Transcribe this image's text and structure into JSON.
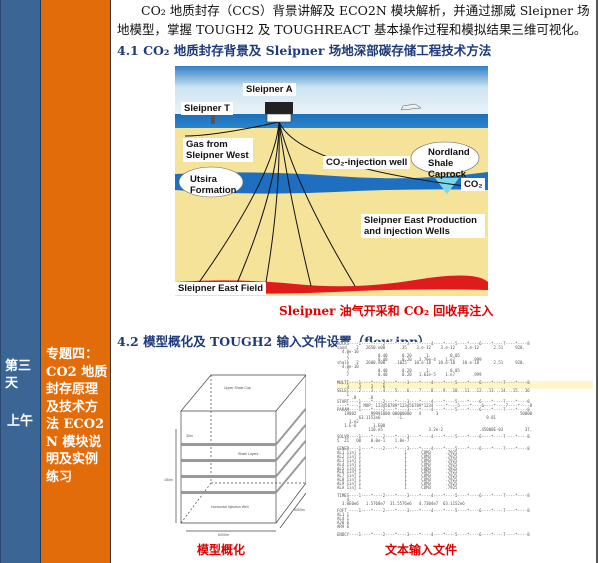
{
  "sidebar": {
    "day_label": "第三天",
    "period": "上午",
    "topic": "专题四：CO2 地质封存原理及技术方法 ECO2N 模块说明及实例练习",
    "colors": {
      "day_column": "#3a6595",
      "topic_column": "#e36c0a"
    }
  },
  "intro": "CO₂ 地质封存（CCS）背景讲解及 ECO2N 模块解析，并通过挪威 Sleipner 场地模型，掌握 TOUGH2 及 TOUGHREACT 基本操作过程和模拟结果三维可视化。",
  "section1": {
    "heading": "4.1 CO₂ 地质封存背景及 Sleipner 场地深部碳存储工程技术方法",
    "figure_labels": {
      "sleipner_a": "Sleipner A",
      "sleipner_t": "Sleipner T",
      "gas_from": "Gas from Sleipner West",
      "injection_well": "CO₂-injection  well",
      "nordland": "Nordland Shale Caprock",
      "utsira": "Utsira Formation",
      "co2": "CO₂",
      "east_wells": "Sleipner East Production and injection Wells",
      "east_field": "Sleipner East Field"
    },
    "caption": "Sleipner 油气开采和 CO₂ 回收再注入"
  },
  "section2": {
    "heading": "4.2 模型概化及 TOUGH2 输入文件设置（flow.inp）",
    "model_labels": {
      "cap": "Upper Shale Cap",
      "shale": "Shale Layers",
      "well": "Horizontal Injection Well",
      "height": "184m",
      "x_len": "6000m",
      "y_len": "6000m",
      "layer": "30m",
      "x": "X",
      "y": "Y",
      "z": "Z"
    },
    "model_caption": "模型概化",
    "file_caption": "文本输入文件",
    "file_lines": [
      "ROCKS----1----*----2----*----3----*----4----*----5----*----6----*----7----*----8",
      "sand    2   2650.e00      .35    3.e-12    3.e-12    3.e-12      2.51     920.",
      "  4.0e-10",
      "    7            0.40      0.20      1.        0.05",
      "    7            0.40      0.20   3.79e-4    1.e7       .999",
      "shale   2   2600.e00    .1025   10.e-18   10.e-18   10.e-18      2.51     920.",
      "  4.0e-10",
      "    7            0.40      0.20      1.        0.05",
      "    7            0.40      0.20   1.61e-5    1.e7       .999",
      "",
      "MULTI----1----*----2----*----3----*----4----*----5----*----6----*----7----*----8",
      "    3    3    3    6",
      "SELEC....2....3....4....5....6....7....8....9...10...11...12...13...14...15...16",
      "    1",
      "      .8     .8",
      "START----1----*----2----*----3----*----4----*----5----*----6----*----7----*----8",
      "----*----1 MOP: 123456789*123456789*1234 ----*----5----*----6----*----7----*----8",
      "PARAM----1----*----2----*----3----*----4----*----5----*----6----*----7----*----8",
      "   19002      99991000 00000000   4      3                                  50000",
      "         63.1152e6       -1.                                  9.81",
      "     1.e2",
      "   1.E-6       1.E00",
      "             110.e5                   3.2e-2               .45000E-03         37.",
      "",
      "SOLVR----1----*----2----*----3----*----4----*----5----*----6----*----7----*----8",
      "5  Z1   O0    8.0e-1    1.0e-7",
      "",
      "GENER----1----*----2----*----3----*----4----*----5----*----6----*----7----*----8",
      "AL1 1inj 1                  1      COM3      .7925",
      "AL2 1inj 1                  1      COM3      .7925",
      "AL3 1inj 1                  1      COM3      .7925",
      "AL4 1inj 1                  1      COM3      .7925",
      "AL5 1inj 1                  1      COM3      .7925",
      "AL6 1inj 1                  1      COM3      .7925",
      "AL7 1inj 1                  1      COM3      .7925",
      "AL8 1inj 1                  1      COM3      .7925",
      "AL9 1inj 1                  1      COM3      .7925",
      "ALA 1inj 1                  1      COM3      .7925",
      "",
      "TIMES----1----*----2----*----3----*----4----*----5----*----6----*----7----*----8",
      "    4",
      "  3.0E0e6   1.5768e7  31.5576e6   4.7304e7  63.1152e6",
      "",
      "FOFT ----1----*----2----*----3----*----4----*----5----*----6----*----7----*----8",
      "AL1 1",
      "AL4 1",
      "AJ8 6",
      "AR9 6",
      "",
      "ENDCY----1----*----2----*----3----*----4----*----5----*----6----*----7----*----8"
    ]
  }
}
